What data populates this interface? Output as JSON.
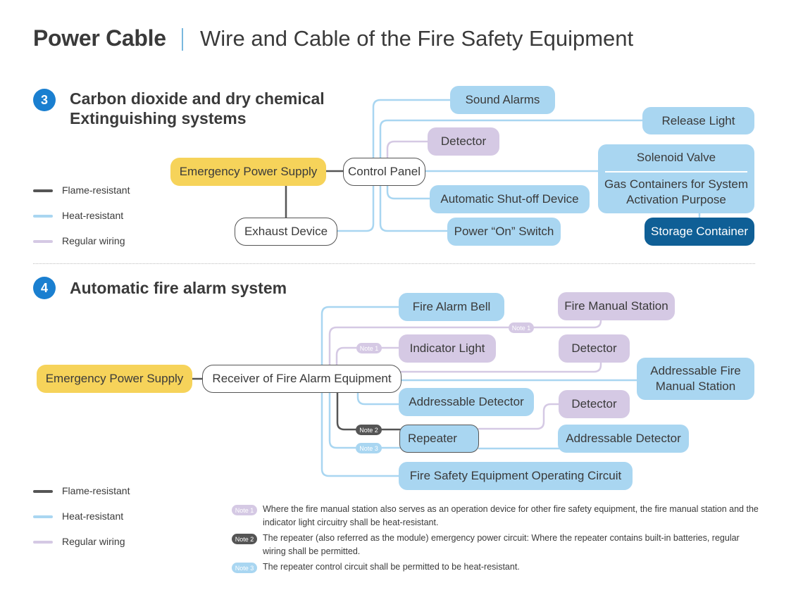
{
  "header": {
    "title": "Power Cable",
    "subtitle": "Wire and Cable of  the Fire Safety Equipment"
  },
  "section3": {
    "number": "3",
    "title_line1": "Carbon dioxide and dry chemical",
    "title_line2": "Extinguishing systems",
    "nodes": {
      "emergency_power_supply": "Emergency Power Supply",
      "control_panel": "Control Panel",
      "exhaust_device": "Exhaust Device",
      "sound_alarms": "Sound Alarms",
      "release_light": "Release Light",
      "detector": "Detector",
      "solenoid_valve": "Solenoid Valve",
      "gas_containers": "Gas Containers for System Activation Purpose",
      "automatic_shutoff": "Automatic Shut-off Device",
      "power_on_switch": "Power “On” Switch",
      "storage_container": "Storage Container"
    },
    "legend": [
      "Flame-resistant",
      "Heat-resistant",
      "Regular wiring"
    ]
  },
  "section4": {
    "number": "4",
    "title": "Automatic fire alarm system",
    "nodes": {
      "emergency_power_supply": "Emergency Power Supply",
      "receiver": "Receiver of Fire Alarm Equipment",
      "fire_alarm_bell": "Fire Alarm Bell",
      "fire_manual_station": "Fire Manual Station",
      "indicator_light": "Indicator Light",
      "detector_1": "Detector",
      "addressable_fire_manual_station": "Addressable Fire Manual Station",
      "addressable_detector_1": "Addressable Detector",
      "detector_2": "Detector",
      "repeater": "Repeater",
      "addressable_detector_2": "Addressable Detector",
      "operating_circuit": "Fire Safety Equipment Operating Circuit"
    },
    "pills": {
      "note1": "Note 1",
      "note2": "Note 2",
      "note3": "Note 3"
    },
    "legend": [
      "Flame-resistant",
      "Heat-resistant",
      "Regular wiring"
    ]
  },
  "notes": [
    {
      "label": "Note 1",
      "text": "Where the fire manual station also serves as an operation device for other fire safety equipment, the fire manual station and the indicator light circuitry shall be heat-resistant."
    },
    {
      "label": "Note 2",
      "text": "The repeater (also referred as the module) emergency power circuit: Where the repeater contains built-in batteries, regular wiring shall be permitted."
    },
    {
      "label": "Note 3",
      "text": "The repeater control circuit shall be permitted to be heat-resistant."
    }
  ],
  "colors": {
    "flame": "#555555",
    "heat": "#a9d6f1",
    "regular": "#d5c9e4",
    "accent": "#1a7fd0",
    "yellow": "#f6d35a"
  }
}
